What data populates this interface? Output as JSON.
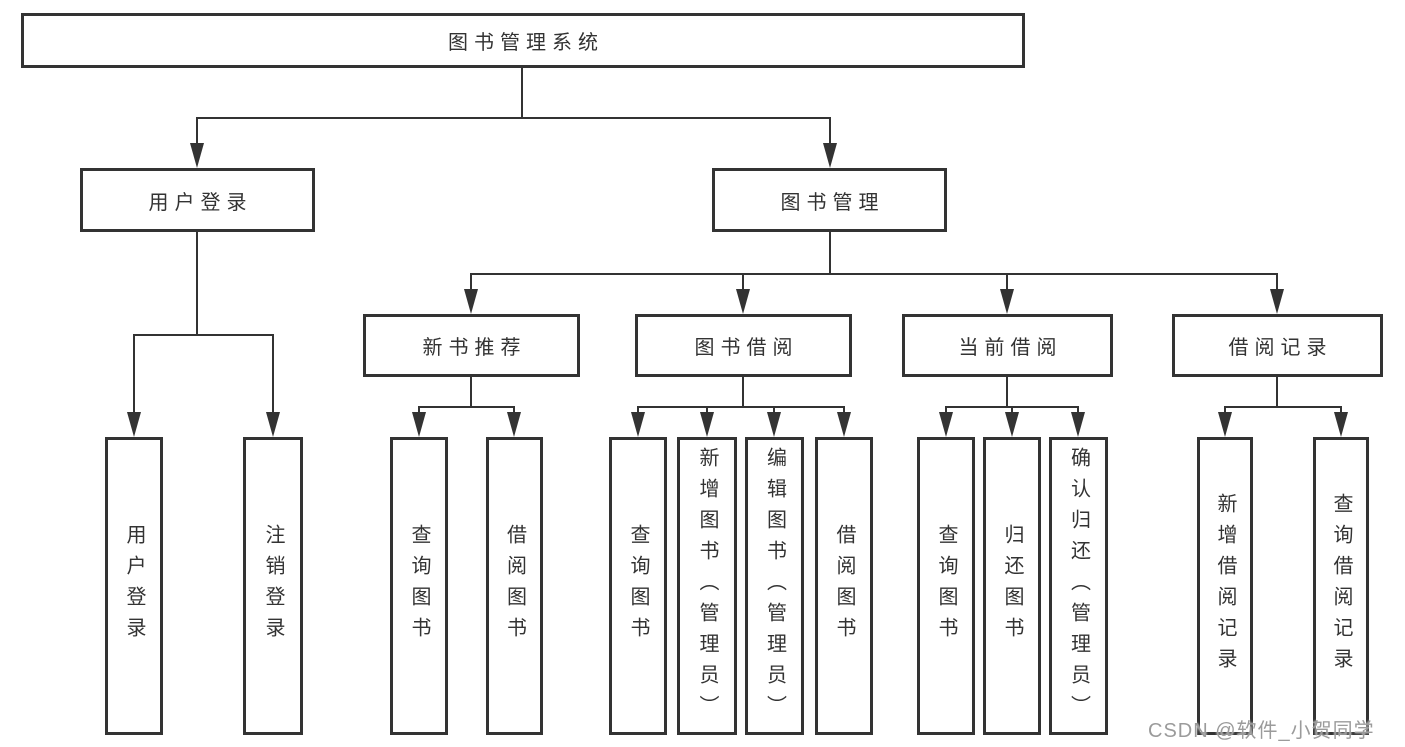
{
  "diagram": {
    "root": {
      "label": "图书管理系统",
      "children": [
        {
          "label": "用户登录",
          "children": [
            {
              "label": "用户登录"
            },
            {
              "label": "注销登录"
            }
          ]
        },
        {
          "label": "图书管理",
          "children": [
            {
              "label": "新书推荐",
              "children": [
                {
                  "label": "查询图书"
                },
                {
                  "label": "借阅图书"
                }
              ]
            },
            {
              "label": "图书借阅",
              "children": [
                {
                  "label": "查询图书"
                },
                {
                  "label": "新增图书（管理员）"
                },
                {
                  "label": "编辑图书（管理员）"
                },
                {
                  "label": "借阅图书"
                }
              ]
            },
            {
              "label": "当前借阅",
              "children": [
                {
                  "label": "查询图书"
                },
                {
                  "label": "归还图书"
                },
                {
                  "label": "确认归还（管理员）"
                }
              ]
            },
            {
              "label": "借阅记录",
              "children": [
                {
                  "label": "新增借阅记录"
                },
                {
                  "label": "查询借阅记录"
                }
              ]
            }
          ]
        }
      ]
    }
  },
  "watermark": {
    "text": "CSDN @软件_小贺同学"
  },
  "colors": {
    "line": "#333333",
    "text": "#333333",
    "box_background": "#ffffff",
    "watermark": "#9b9b9b",
    "background": "#ffffff"
  }
}
